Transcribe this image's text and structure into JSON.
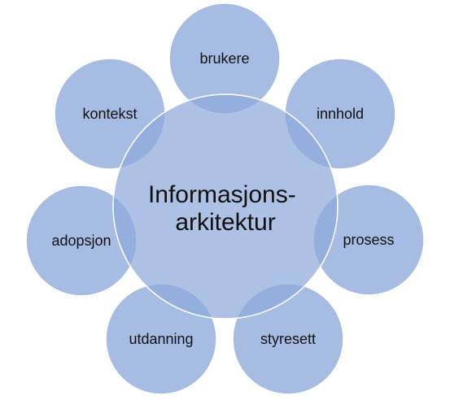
{
  "diagram": {
    "center": {
      "line1": "Informasjons-",
      "line2": "arkitektur"
    },
    "nodes": [
      {
        "id": "brukere",
        "label": "brukere"
      },
      {
        "id": "innhold",
        "label": "innhold"
      },
      {
        "id": "prosess",
        "label": "prosess"
      },
      {
        "id": "styresett",
        "label": "styresett"
      },
      {
        "id": "utdanning",
        "label": "utdanning"
      },
      {
        "id": "adopsjon",
        "label": "adopsjon"
      },
      {
        "id": "kontekst",
        "label": "kontekst"
      }
    ]
  },
  "colors": {
    "fill": "#8ea9db",
    "stroke": "#ffffff",
    "background": "#ffffff"
  }
}
